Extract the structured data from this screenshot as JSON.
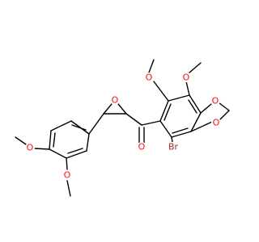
{
  "atoms": {
    "o_epoxide": {
      "label": "O",
      "color": "#ff0d0d"
    },
    "o_carbonyl": {
      "label": "O",
      "color": "#ff0d0d"
    },
    "o_ome_upper_left": {
      "label": "O",
      "color": "#ff0d0d"
    },
    "o_ome_upper_right": {
      "label": "O",
      "color": "#ff0d0d"
    },
    "o_dioxole_top": {
      "label": "O",
      "color": "#ff0d0d"
    },
    "o_dioxole_bottom": {
      "label": "O",
      "color": "#ff0d0d"
    },
    "o_ome_para": {
      "label": "O",
      "color": "#ff0d0d"
    },
    "o_ome_meta": {
      "label": "O",
      "color": "#ff0d0d"
    },
    "br": {
      "label": "Br",
      "color": "#a62929"
    }
  }
}
